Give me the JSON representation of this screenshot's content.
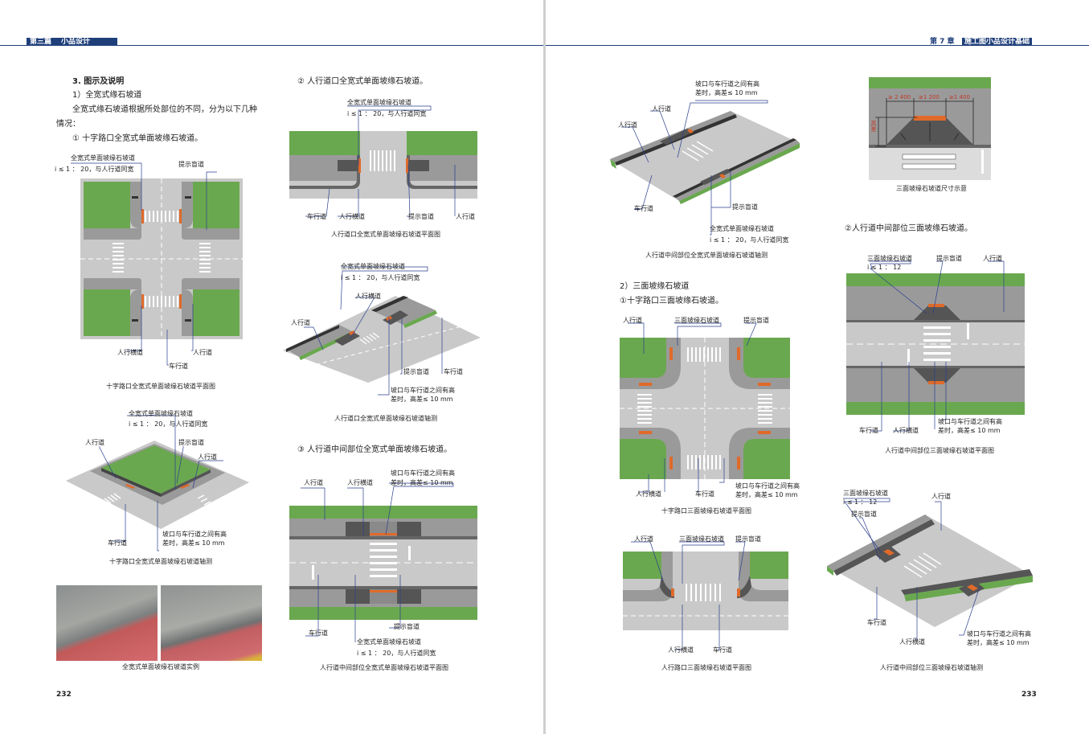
{
  "left": {
    "header_tag": "第三篇",
    "header_title": "小品设计",
    "section_title": "3. 图示及说明",
    "sub1": "1）全宽式缘石坡道",
    "intro1": "全宽式缘石坡道根据所处部位的不同，分为以下几种",
    "intro2": "情况：",
    "case1": "① 十字路口全宽式单面坡缘石坡道。",
    "case2": "② 人行道口全宽式单面坡缘石坡道。",
    "case3": "③ 人行道中间部位全宽式单面坡缘石坡道。",
    "lbl_fullwidth_ramp": "全宽式单面坡缘石坡道",
    "lbl_slope": "i ≤ 1 ： 20，与人行道同宽",
    "lbl_tactile": "提示盲道",
    "lbl_crosswalk": "人行横道",
    "lbl_sidewalk": "人行道",
    "lbl_roadway": "车行道",
    "lbl_height1": "坡口与车行道之间有高",
    "lbl_height2": "差时，高差≤ 10 mm",
    "cap1": "十字路口全宽式单面坡缘石坡道平面图",
    "cap2": "十字路口全宽式单面坡缘石坡道轴测",
    "cap3": "全宽式单面坡缘石坡道实例",
    "cap4": "人行道口全宽式单面坡缘石坡道平面图",
    "cap5": "人行道口全宽式单面坡缘石坡道轴测",
    "cap6": "人行道中间部位全宽式单面坡缘石坡道平面图",
    "page_no": "232"
  },
  "right": {
    "header_tag": "第 7 章",
    "header_title": "施工图小品设计基础",
    "sub2": "2）三面坡缘石坡道",
    "case1": "①十字路口三面坡缘石坡道。",
    "case2": "②人行道中间部位三面坡缘石坡道。",
    "lbl_threeface_ramp": "三面坡缘石坡道",
    "lbl_slope12": "i ≤ 1 ： 12",
    "lbl_tactile": "提示盲道",
    "lbl_crosswalk": "人行横道",
    "lbl_sidewalk": "人行道",
    "lbl_roadway": "车行道",
    "lbl_fullwidth_ramp": "全宽式单面坡缘石坡道",
    "lbl_slope": "i ≤ 1 ： 20，与人行道同宽",
    "lbl_height1": "坡口与车行道之间有高",
    "lbl_height2": "差时，高差≤ 10 mm",
    "dim1": "≥ 2 400",
    "dim2": "≥1 200",
    "dim3": "≥1 400",
    "dim_h": "高差",
    "cap1": "人行道中间部位全宽式单面坡缘石坡道轴测",
    "cap2": "三面坡缘石坡道尺寸示意",
    "cap3": "十字路口三面坡缘石坡道平面图",
    "cap4": "人行道中间部位三面坡缘石坡道平面图",
    "cap5": "人行路口三面坡缘石坡道平面图",
    "cap6": "人行道中间部位三面坡缘石坡道轴测",
    "page_no": "233"
  },
  "colors": {
    "header_blue": "#1f3f7a",
    "grass": "#6aa84f",
    "road": "#c9c9c9",
    "sidewalk": "#9a9a9a",
    "tactile": "#e06a2a",
    "leader": "#2a3f8f"
  }
}
